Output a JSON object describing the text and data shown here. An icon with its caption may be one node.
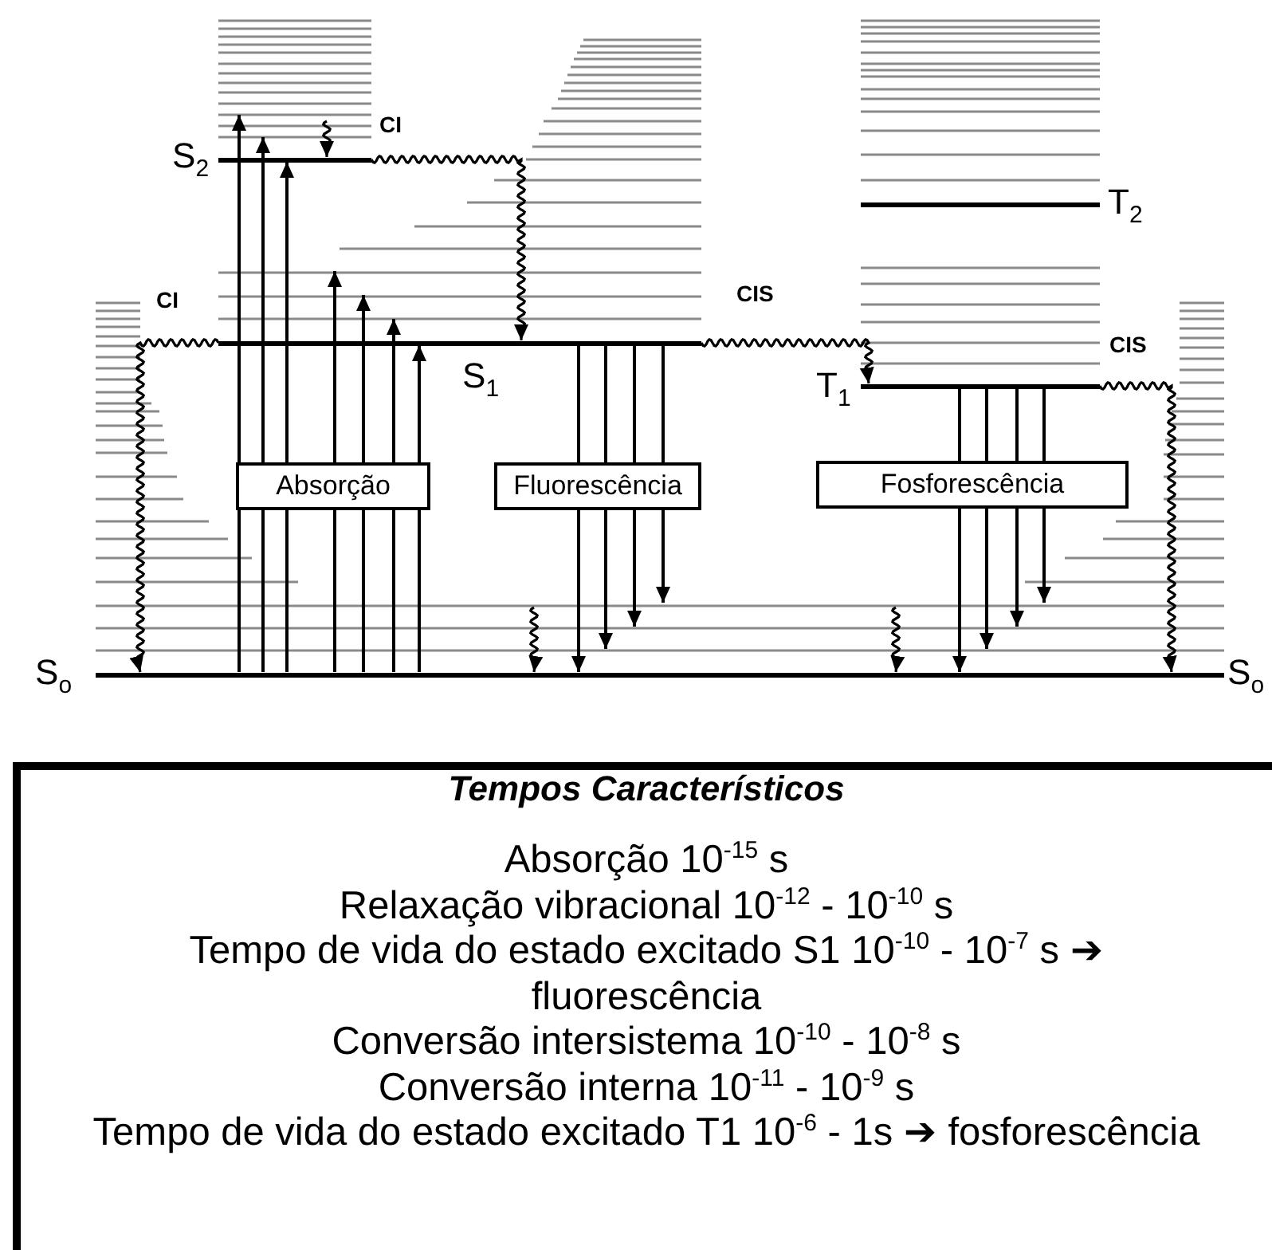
{
  "diagram": {
    "nodes": [
      {
        "text": [],
        "shape": "bar",
        "beside": [
          "S$_{2}$"
        ]
      },
      {
        "text": [],
        "shape": "bar",
        "beside": [
          "S$_{1}$"
        ]
      },
      {
        "text": [],
        "shape": "bar",
        "beside": [
          "T$_{2}$"
        ]
      },
      {
        "text": [],
        "shape": "bar",
        "beside": [
          "T$_{1}$"
        ]
      },
      {
        "text": [],
        "shape": "bar",
        "beside": [
          "S$_{o}$",
          "S$_{o}$"
        ]
      },
      {
        "text": [
          "Absorção"
        ]
      },
      {
        "text": [
          "Fluorescência"
        ]
      },
      {
        "text": [
          "Fosforescência"
        ]
      },
      {
        "text": [
          "Tempos Característicos",
          "Absorção 10$^{-15}$ s",
          "Relaxação vibracional 10$^{-12}$ - 10$^{-10}$ s",
          "Tempo de vida do estado excitado S1 10$^{-10}$ - 10$^{-7}$ s ➔ fluorescência",
          "Conversão intersistema 10$^{-10}$ - 10$^{-8}$ s",
          "Conversão interna 10$^{-11}$ - 10$^{-9}$ s",
          "Tempo de vida do estado excitado T1 10$^{-6}$ - 1s ➔ fosforescência"
        ]
      }
    ],
    "edges": [
      {
        "from": 4,
        "to": 5,
        "arrow": "none"
      },
      {
        "from": 5,
        "to": 0,
        "arrow": "to"
      },
      {
        "from": 4,
        "to": 5,
        "arrow": "none"
      },
      {
        "from": 5,
        "to": 0,
        "arrow": "to"
      },
      {
        "from": 4,
        "to": 5,
        "arrow": "none"
      },
      {
        "from": 5,
        "to": 0,
        "arrow": "to"
      },
      {
        "from": 4,
        "to": 5,
        "arrow": "none"
      },
      {
        "from": 5,
        "to": 1,
        "arrow": "to"
      },
      {
        "from": 4,
        "to": 5,
        "arrow": "none"
      },
      {
        "from": 5,
        "to": 1,
        "arrow": "to"
      },
      {
        "from": 4,
        "to": 5,
        "arrow": "none"
      },
      {
        "from": 5,
        "to": 1,
        "arrow": "to"
      },
      {
        "from": 4,
        "to": 5,
        "arrow": "none"
      },
      {
        "from": 5,
        "to": 1,
        "arrow": "to"
      },
      {
        "from": null,
        "to": 0,
        "arrow": "to"
      },
      {
        "from": 0,
        "to": 1,
        "arrow": "to",
        "label": "CI"
      },
      {
        "from": 1,
        "to": 4,
        "arrow": "to",
        "label": "CI"
      },
      {
        "from": 1,
        "to": 3,
        "arrow": "to",
        "label": "CIS"
      },
      {
        "from": 1,
        "to": 6,
        "arrow": "none"
      },
      {
        "from": 6,
        "to": 4,
        "arrow": "to"
      },
      {
        "from": 1,
        "to": 6,
        "arrow": "none"
      },
      {
        "from": 6,
        "to": 4,
        "arrow": "to"
      },
      {
        "from": 1,
        "to": 6,
        "arrow": "none"
      },
      {
        "from": 6,
        "to": 4,
        "arrow": "to"
      },
      {
        "from": 1,
        "to": 6,
        "arrow": "none"
      },
      {
        "from": 6,
        "to": 4,
        "arrow": "to"
      },
      {
        "from": null,
        "to": 4,
        "arrow": "to"
      },
      {
        "from": 3,
        "to": 4,
        "arrow": "to",
        "label": "CIS"
      },
      {
        "from": 3,
        "to": 7,
        "arrow": "none"
      },
      {
        "from": 7,
        "to": 4,
        "arrow": "to"
      },
      {
        "from": 3,
        "to": 7,
        "arrow": "none"
      },
      {
        "from": 7,
        "to": 4,
        "arrow": "to"
      },
      {
        "from": 3,
        "to": 7,
        "arrow": "none"
      },
      {
        "from": 7,
        "to": 4,
        "arrow": "to"
      },
      {
        "from": 3,
        "to": 7,
        "arrow": "none"
      },
      {
        "from": 7,
        "to": 4,
        "arrow": "to"
      },
      {
        "from": null,
        "to": 4,
        "arrow": "to"
      }
    ]
  }
}
